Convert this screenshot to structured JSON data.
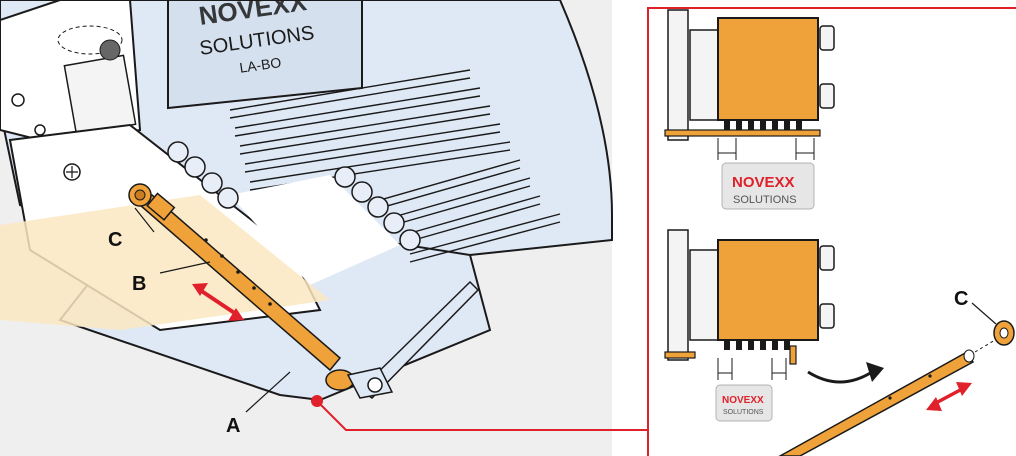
{
  "labels": {
    "a": "A",
    "b": "B",
    "c": "C",
    "c_right": "C"
  },
  "device_text": {
    "line1": "NOVEXX",
    "line2": "SOLUTIONS",
    "line3": "LA-BO"
  },
  "logos": [
    {
      "brand": "NOVEXX",
      "sub": "SOLUTIONS"
    },
    {
      "brand": "NOVEXX",
      "sub": "SOLUTIONS"
    }
  ],
  "colors": {
    "body_fill": "#dfe8f5",
    "outline": "#1a1a1a",
    "rod": "#f0a23a",
    "rod_dark": "#c97d1e",
    "highlight_band": "#fbe8c2",
    "callout": "#e0202a",
    "logo_red": "#e0202a",
    "logo_bg": "#e6e6e6",
    "left_bg": "#efefef"
  }
}
